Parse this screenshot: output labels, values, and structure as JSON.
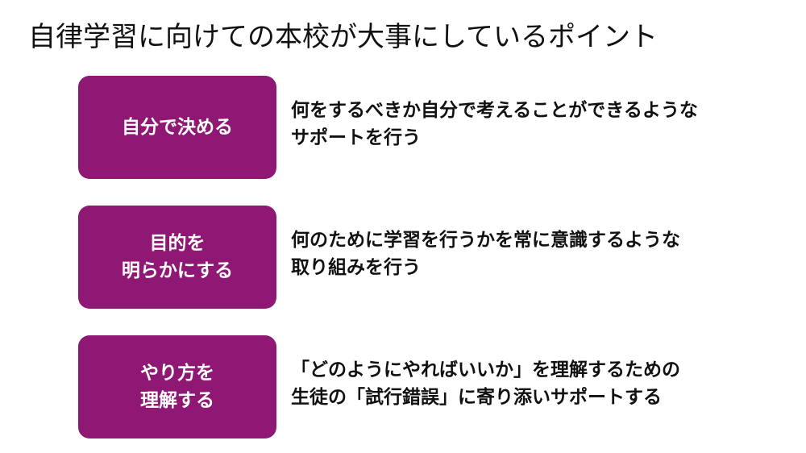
{
  "title": "自律学習に向けての本校が大事にしているポイント",
  "points": [
    {
      "label_lines": [
        "自分で決める"
      ],
      "desc_lines": [
        "何をするべきか自分で考えることができるような",
        "サポートを行う"
      ]
    },
    {
      "label_lines": [
        "目的を",
        "明らかにする"
      ],
      "desc_lines": [
        "何のために学習を行うかを常に意識するような",
        "取り組みを行う"
      ]
    },
    {
      "label_lines": [
        "やり方を",
        "理解する"
      ],
      "desc_lines": [
        "「どのようにやればいいか」を理解するための",
        "生徒の「試行錯誤」に寄り添いサポートする"
      ]
    }
  ],
  "colors": {
    "box_fill": "#8e1873",
    "box_text": "#ffffff",
    "body_text": "#111111"
  }
}
